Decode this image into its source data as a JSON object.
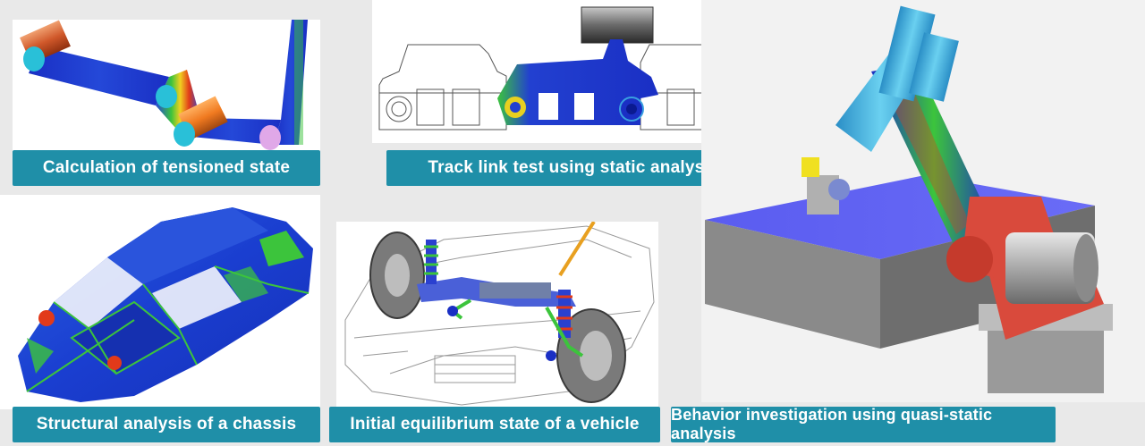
{
  "panels": [
    {
      "id": "tension",
      "caption": "Calculation of tensioned state"
    },
    {
      "id": "tracklink",
      "caption": "Track link test using static analysis"
    },
    {
      "id": "chassis",
      "caption": "Structural analysis of a chassis"
    },
    {
      "id": "vehicle",
      "caption": "Initial equilibrium state of a vehicle"
    },
    {
      "id": "robot",
      "caption": "Behavior investigation using quasi-static analysis"
    }
  ],
  "colors": {
    "caption_bg": "#1f8fa8",
    "caption_text": "#ffffff",
    "fea_blue": "#2233c8",
    "fea_red": "#e23a1a",
    "fea_green": "#3cc43c",
    "fea_orange": "#f07a20",
    "robot_cyan": "#3aaed6",
    "robot_base_red": "#d94a3c",
    "platform_blue": "#5a5cf0",
    "background": "#e9e9e9"
  }
}
